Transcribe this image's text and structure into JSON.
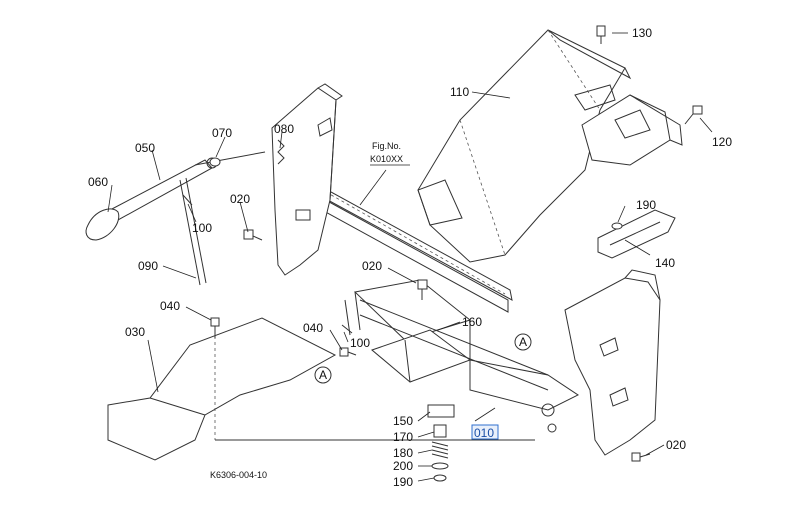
{
  "figure": {
    "fig_no_label": "Fig.No.",
    "fig_no_value": "K010XX",
    "drawing_code": "K6306-004-10",
    "ref_marks": [
      "A",
      "A"
    ]
  },
  "parts": {
    "p010": "010",
    "p020a": "020",
    "p020b": "020",
    "p020c": "020",
    "p030": "030",
    "p040a": "040",
    "p040b": "040",
    "p050": "050",
    "p060": "060",
    "p070": "070",
    "p080": "080",
    "p090": "090",
    "p100a": "100",
    "p100b": "100",
    "p110": "110",
    "p120": "120",
    "p130": "130",
    "p140": "140",
    "p150": "150",
    "p160": "160",
    "p170": "170",
    "p180": "180",
    "p190a": "190",
    "p190b": "190",
    "p200": "200"
  },
  "highlight": {
    "part": "010",
    "color": "#2f6fcf"
  }
}
